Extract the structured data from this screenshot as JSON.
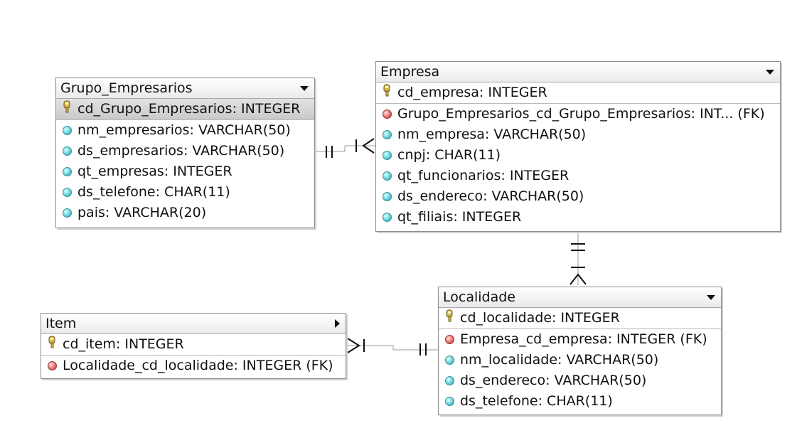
{
  "entities": {
    "grupo": {
      "name": "Grupo_Empresarios",
      "pk": "cd_Grupo_Empresarios: INTEGER",
      "attrs": [
        "nm_empresarios: VARCHAR(50)",
        "ds_empresarios: VARCHAR(50)",
        "qt_empresas: INTEGER",
        "ds_telefone: CHAR(11)",
        "pais: VARCHAR(20)"
      ]
    },
    "empresa": {
      "name": "Empresa",
      "pk": "cd_empresa: INTEGER",
      "fks": [
        "Grupo_Empresarios_cd_Grupo_Empresarios: INT... (FK)"
      ],
      "attrs": [
        "nm_empresa: VARCHAR(50)",
        "cnpj: CHAR(11)",
        "qt_funcionarios: INTEGER",
        "ds_endereco: VARCHAR(50)",
        "qt_filiais: INTEGER"
      ]
    },
    "localidade": {
      "name": "Localidade",
      "pk": "cd_localidade: INTEGER",
      "fks": [
        "Empresa_cd_empresa: INTEGER (FK)"
      ],
      "attrs": [
        "nm_localidade: VARCHAR(50)",
        "ds_endereco: VARCHAR(50)",
        "ds_telefone: CHAR(11)"
      ]
    },
    "item": {
      "name": "Item",
      "pk": "cd_item: INTEGER",
      "fks": [
        "Localidade_cd_localidade: INTEGER (FK)"
      ]
    }
  },
  "icons": {
    "primary_key": "key-icon",
    "foreign_key": "red-diamond-icon",
    "attribute": "cyan-diamond-icon",
    "collapse": "chevron-down-icon",
    "expand": "chevron-right-icon"
  },
  "colors": {
    "pk_selected_bg": "#d0d0d0",
    "fk_icon": "#d65a5a",
    "attr_icon": "#5ccfd6",
    "border": "#8c8c8c"
  }
}
